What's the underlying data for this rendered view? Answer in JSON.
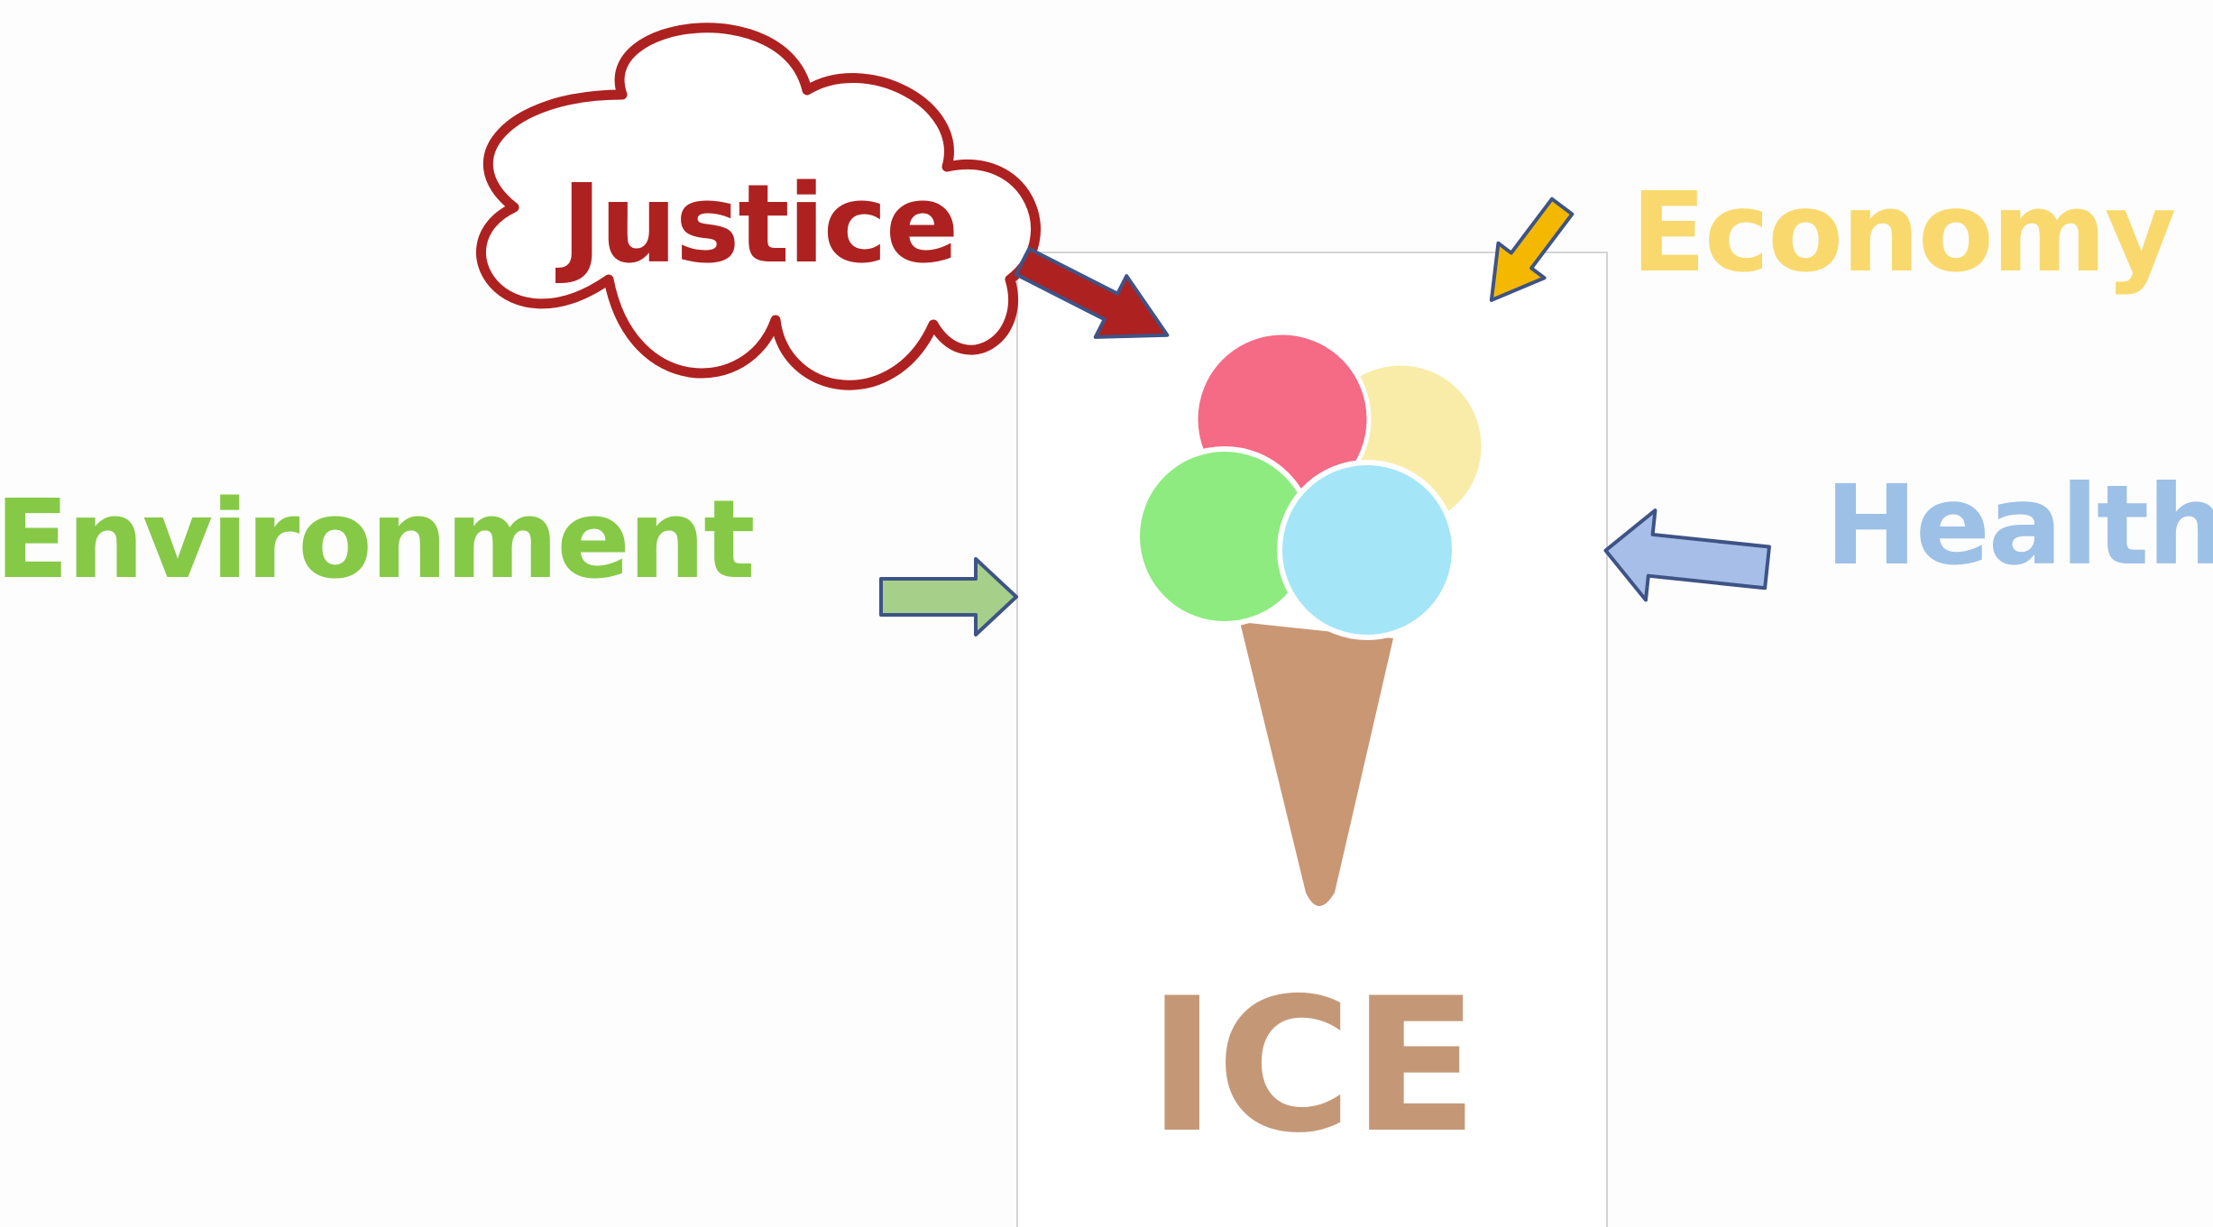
{
  "slide": {
    "labels": {
      "justice": "Justice",
      "economy": "Economy",
      "environment": "Environment",
      "health": "Health",
      "ice": "ICE"
    },
    "colors": {
      "justice": "#ae2121",
      "economy": "#f9d96e",
      "environment": "#86c946",
      "health": "#9dc0e6",
      "ice": "#c49877",
      "arrow_justice": "#ae2121",
      "arrow_economy": "#f5b800",
      "arrow_environment": "#a6d08a",
      "arrow_health": "#a7bfe8",
      "scoop_pink": "#f56a85",
      "scoop_yellow": "#f8eca8",
      "scoop_green": "#8deb7f",
      "scoop_blue": "#a4e5f8",
      "cone": "#c99774"
    }
  }
}
